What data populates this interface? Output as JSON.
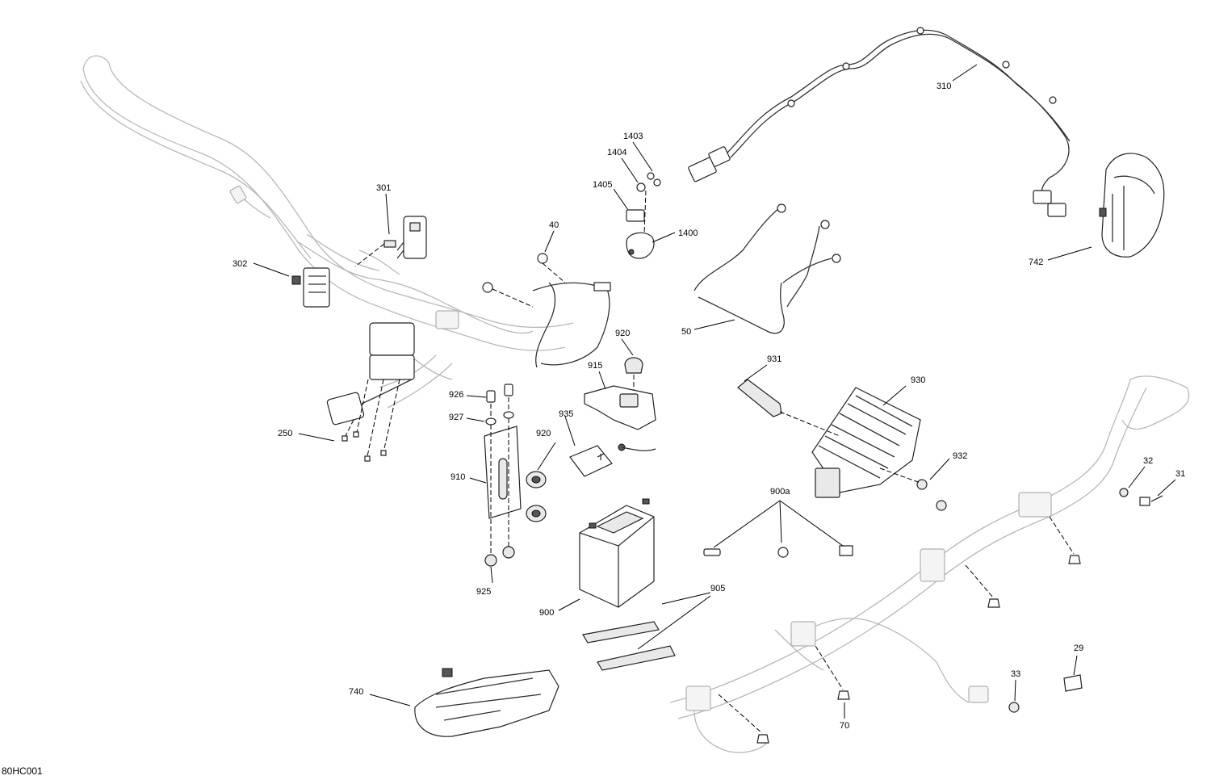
{
  "diagram": {
    "reference_code": "80HC001",
    "callouts": [
      "301",
      "302",
      "250",
      "40",
      "1403",
      "1404",
      "1405",
      "1400",
      "310",
      "742",
      "50",
      "920",
      "915",
      "926",
      "927",
      "935",
      "910",
      "925",
      "900",
      "905",
      "930",
      "931",
      "932",
      "900a",
      "32",
      "31",
      "29",
      "33",
      "70",
      "740"
    ]
  }
}
